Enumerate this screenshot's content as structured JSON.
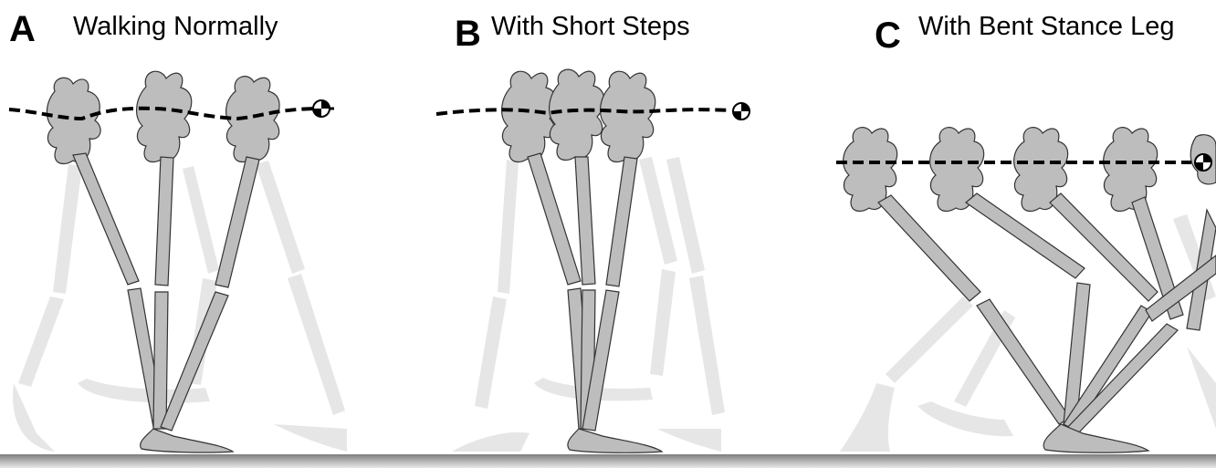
{
  "figure": {
    "panels": [
      {
        "letter": "A",
        "title": "Walking Normally",
        "com_path": "wavy",
        "stance_legs": 3,
        "stance_knee": "straight"
      },
      {
        "letter": "B",
        "title": "With Short Steps",
        "com_path": "slightly-wavy",
        "stance_legs": 3,
        "stance_knee": "straight"
      },
      {
        "letter": "C",
        "title": "With Bent Stance Leg",
        "com_path": "flat",
        "stance_legs": 5,
        "stance_knee": "bent"
      }
    ],
    "colors": {
      "bone": "#bdbdbd",
      "bone_outline": "#333333",
      "ghost_bone": "#e6e6e6",
      "com_line": "#000000",
      "ground": "#9a9a9a"
    },
    "icons": [
      "center-of-mass-icon",
      "pelvis-icon",
      "femur-icon",
      "tibia-icon",
      "foot-icon"
    ]
  }
}
